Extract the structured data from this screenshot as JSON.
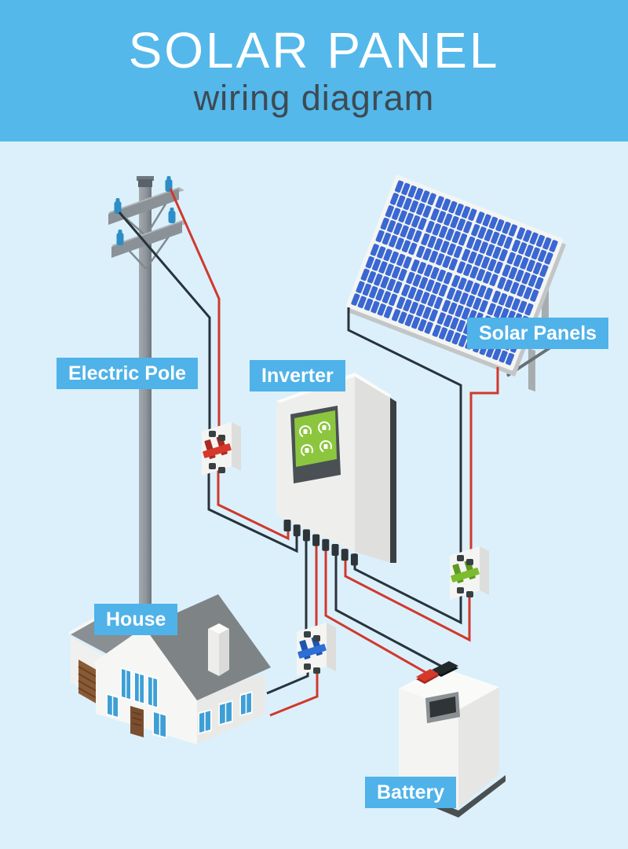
{
  "header": {
    "title": "SOLAR PANEL",
    "subtitle": "wiring diagram"
  },
  "labels": [
    {
      "id": "electric-pole",
      "text": "Electric Pole"
    },
    {
      "id": "inverter",
      "text": "Inverter"
    },
    {
      "id": "solar-panels",
      "text": "Solar Panels"
    },
    {
      "id": "house",
      "text": "House"
    },
    {
      "id": "battery",
      "text": "Battery"
    }
  ],
  "colors": {
    "banner": "#54B8EA",
    "background": "#DBF0FB",
    "label_bg": "#4FB2E8",
    "label_text": "#FFFFFF",
    "subtitle_text": "#3D4A52",
    "wire_red": "#D0392C",
    "wire_black": "#28333B",
    "panel_cell": "#3A67D2",
    "panel_frame": "#F4F5F2",
    "screen_green": "#8CC63F",
    "breaker_red": "#D6382C",
    "breaker_red_dark": "#A92A20",
    "breaker_green": "#7DBB2F",
    "breaker_green_dark": "#5E9A1F",
    "breaker_blue": "#2E6FD6",
    "breaker_blue_dark": "#1F55AE",
    "insulator_blue": "#2D8EC5",
    "window_blue": "#3E9FD6",
    "roof_gray": "#7E8486",
    "door_brown": "#7A4E2E",
    "battery_terminal_red": "#D6382C",
    "battery_terminal_black": "#23292B"
  },
  "icons": {
    "inverter_screen": [
      "solar-gauge-icon",
      "grid-gauge-icon",
      "battery-gauge-icon",
      "home-gauge-icon"
    ]
  }
}
